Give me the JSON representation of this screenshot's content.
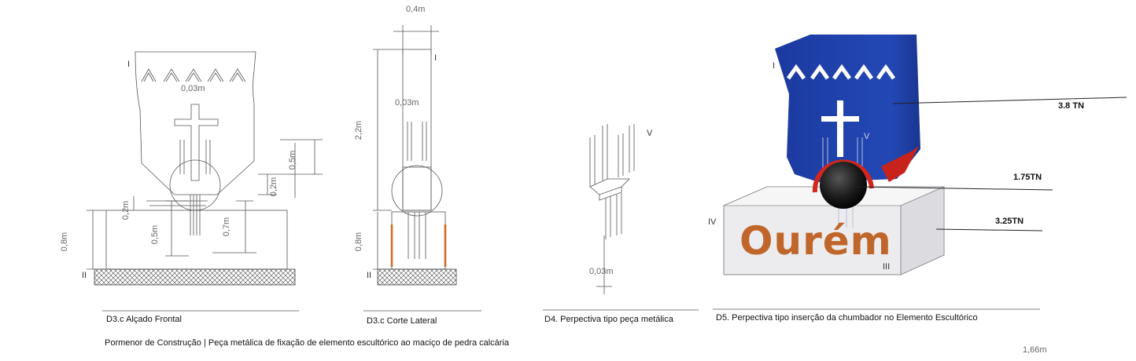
{
  "dimensions": {
    "top_width": "0,4m",
    "front_gap": "0,03m",
    "front_h05": "0,5m",
    "front_h02a": "0,2m",
    "front_h02b": "0,2m",
    "front_h05b": "0,5m",
    "front_h07": "0,7m",
    "front_base": "0,8m",
    "side_gap": "0,03m",
    "side_height": "2,2m",
    "side_base": "0,8m",
    "persp_gap": "0,03m",
    "overall": "1,66m"
  },
  "roman": {
    "front_I": "I",
    "front_II": "II",
    "side_I": "I",
    "side_II": "II",
    "persp_V": "V",
    "render_I": "I",
    "render_V": "V",
    "render_IV": "IV",
    "render_III": "III"
  },
  "loads": {
    "top": "3.8 TN",
    "middle": "1.75TN",
    "bottom": "3.25TN"
  },
  "block_text": "Ourém",
  "captions": {
    "d3_front": "D3.c Alçado Frontal",
    "d3_side": "D3.c Corte Lateral",
    "d4": "D4. Perpectiva tipo peça metálica",
    "d5": "D5. Perpectiva tipo inserção da chumbador no Elemento Escultórico"
  },
  "footer": "Pormenor de Construção | Peça metálica de fixação de elemento escultórico ao maciço de pedra calcária",
  "colors": {
    "sculpture_blue": "#1e3fa6",
    "sculpture_red": "#c8221c",
    "sphere": "#1a1a1a",
    "stone_block": "#eeeeef",
    "text_ourem": "#c0662a"
  }
}
